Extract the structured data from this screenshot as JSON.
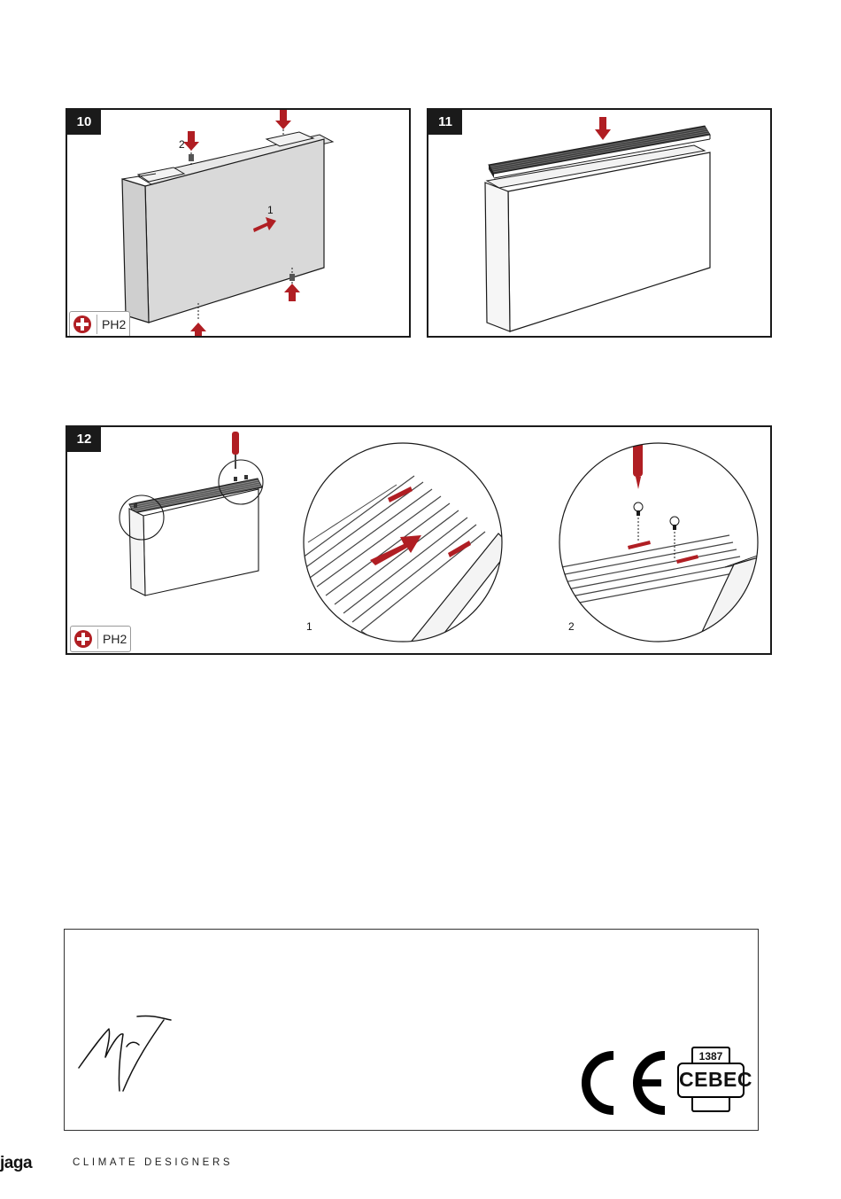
{
  "steps": {
    "step10": {
      "badge": "10",
      "labels": {
        "one": "1",
        "two": "2"
      },
      "tool": "PH2"
    },
    "step11": {
      "badge": "11"
    },
    "step12": {
      "badge": "12",
      "detail_labels": {
        "one": "1",
        "two": "2"
      },
      "tool": "PH2"
    }
  },
  "certification": {
    "ce_mark": "CE",
    "cebec_number": "1387",
    "cebec_text": "CEBEC"
  },
  "footer": {
    "brand": "jaga",
    "tagline": "CLIMATE DESIGNERS"
  },
  "colors": {
    "accent_red": "#b01e23",
    "panel_gray": "#d9d9d9",
    "line": "#1a1a1a"
  },
  "icons": {
    "phillips": "phillips-screwdriver-icon",
    "arrow": "red-arrow-icon",
    "screw": "screw-icon",
    "screwdriver": "screwdriver-icon"
  }
}
